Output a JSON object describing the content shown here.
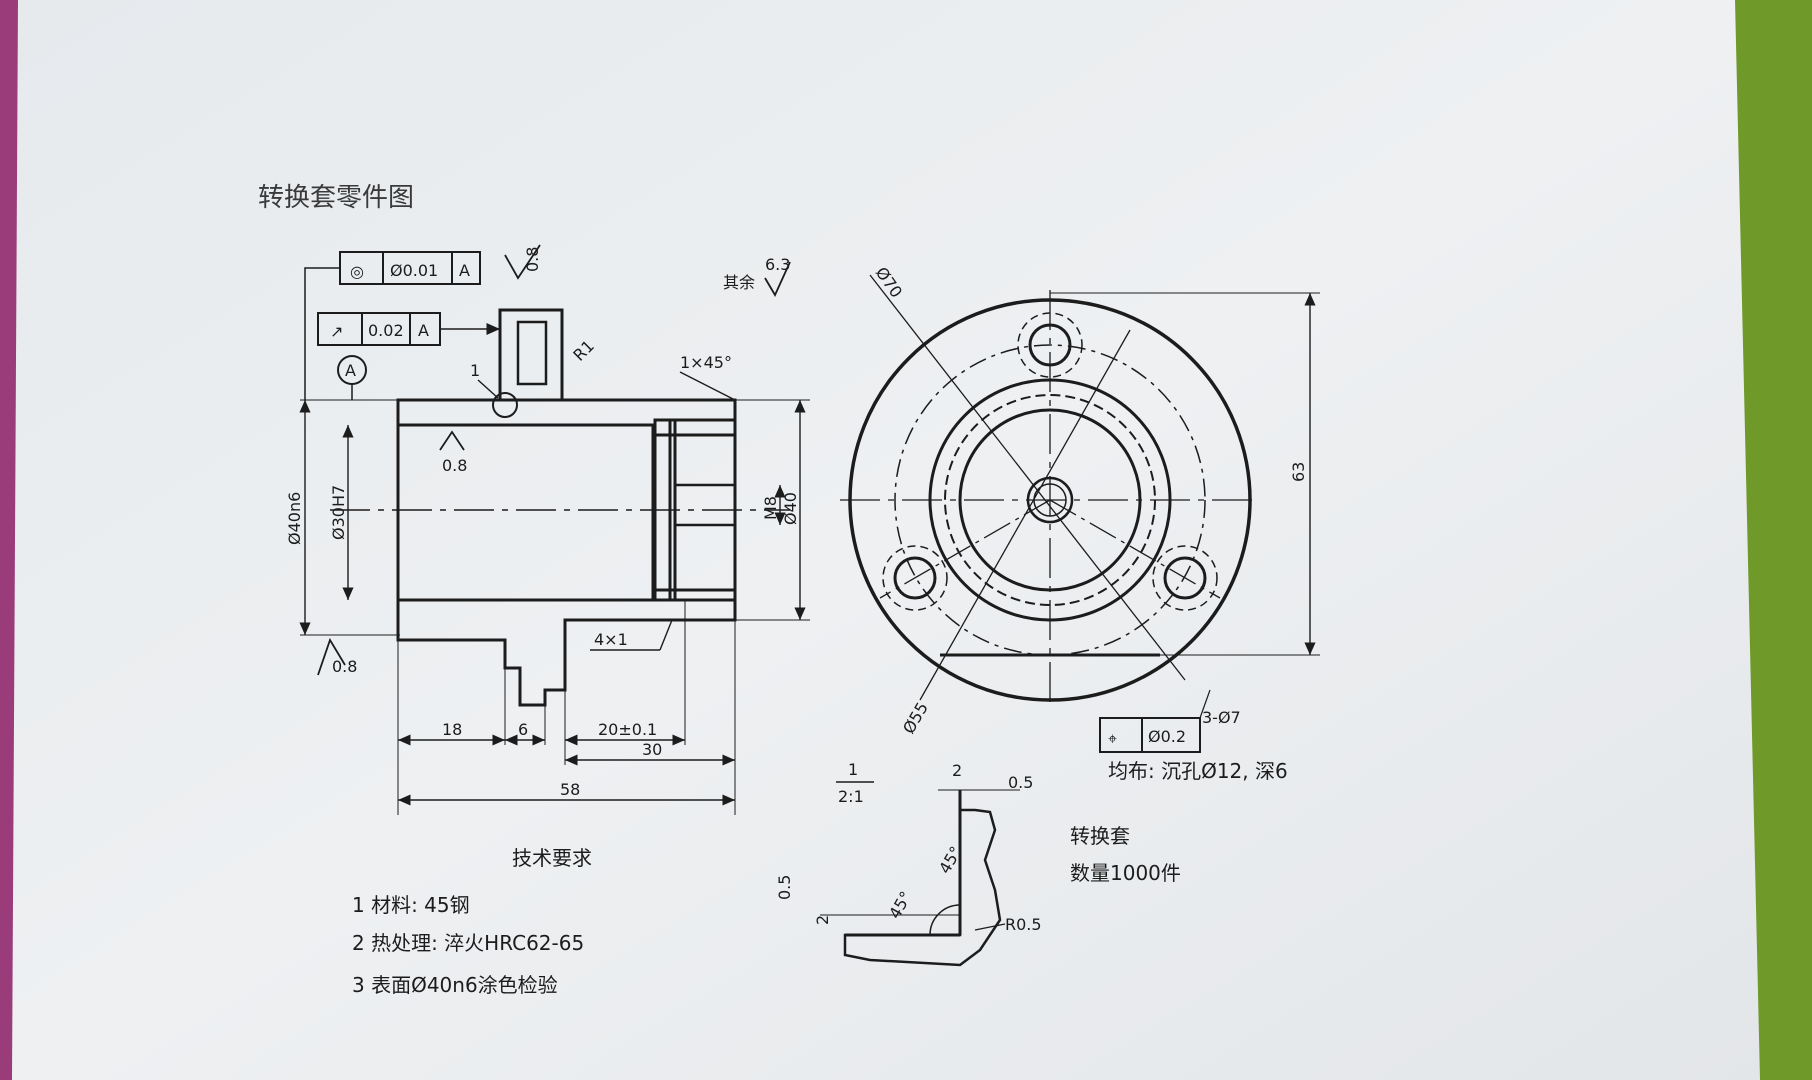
{
  "drawing": {
    "title": "转换套零件图",
    "gdt_frame_1": {
      "symbol": "◎",
      "tolerance": "Ø0.01",
      "datum": "A"
    },
    "gdt_frame_2": {
      "symbol": "↗",
      "tolerance": "0.02",
      "datum": "A"
    },
    "datum_label": "A",
    "roughness_top": "0.8",
    "roughness_bore": "0.8",
    "roughness_outer": "0.8",
    "roughness_other_label": "其余",
    "roughness_other_value": "6.3",
    "detail_ref": "1",
    "fillet": "R1",
    "chamfer": "1×45°",
    "dims": {
      "d_outer": "Ø40n6",
      "d_bore": "Ø30H7",
      "d_right": "Ø40",
      "thread": "M8",
      "groove": "4×1",
      "len_18": "18",
      "len_6": "6",
      "len_20": "20±0.1",
      "len_30": "30",
      "len_58": "58"
    },
    "end_view": {
      "d70": "Ø70",
      "d55": "Ø55",
      "h63": "63",
      "holes": "3-Ø7",
      "pos_symbol": "⌖",
      "pos_tol": "Ø0.2",
      "holes_note": "均布: 沉孔Ø12, 深6"
    },
    "detail": {
      "scale_num": "1",
      "scale_den": "2:1",
      "d2_top": "2",
      "d05_top": "0.5",
      "angle_a": "45°",
      "angle_b": "45°",
      "d05_left": "0.5",
      "d2_left": "2",
      "r05": "R0.5"
    },
    "part_info": {
      "name": "转换套",
      "quantity": "数量1000件"
    },
    "requirements": {
      "heading": "技术要求",
      "items": [
        "1 材料: 45钢",
        "2 热处理: 淬火HRC62-65",
        "3 表面Ø40n6涂色检验"
      ]
    }
  }
}
